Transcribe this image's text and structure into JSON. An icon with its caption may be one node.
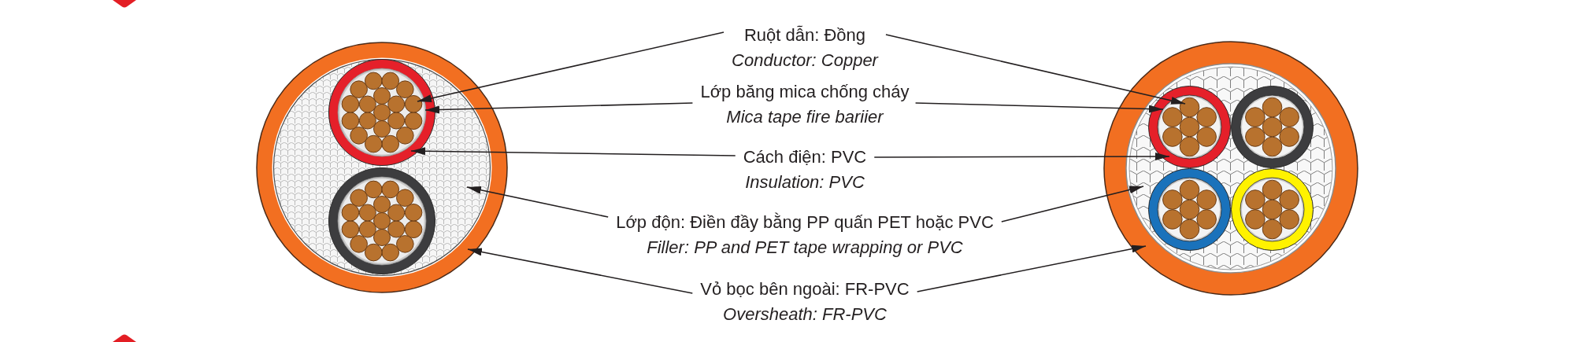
{
  "diagram": {
    "nodes": [
      {
        "text": [
          "Ruột dẫn: Đồng",
          "Conductor: Copper"
        ]
      },
      {
        "text": [
          "Lớp băng mica chống cháy",
          "Mica tape fire bariier"
        ]
      },
      {
        "text": [
          "Cách điện: PVC",
          "Insulation: PVC"
        ]
      },
      {
        "text": [
          "Lớp độn: Điền đầy bằng PP quấn PET hoặc PVC",
          "Filler: PP and PET tape wrapping or PVC"
        ]
      },
      {
        "text": [
          "Vỏ bọc bên ngoài: FR-PVC",
          "Oversheath: FR-PVC"
        ]
      }
    ],
    "edges": [
      {
        "from": 0,
        "to": null,
        "arrow": "to"
      },
      {
        "from": 0,
        "to": null,
        "arrow": "to"
      },
      {
        "from": 1,
        "to": null,
        "arrow": "to"
      },
      {
        "from": 1,
        "to": null,
        "arrow": "to"
      },
      {
        "from": 2,
        "to": null,
        "arrow": "to"
      },
      {
        "from": 2,
        "to": null,
        "arrow": "to"
      },
      {
        "from": 3,
        "to": null,
        "arrow": "to"
      },
      {
        "from": 3,
        "to": null,
        "arrow": "to"
      },
      {
        "from": 4,
        "to": null,
        "arrow": "to"
      },
      {
        "from": 4,
        "to": null,
        "arrow": "to"
      }
    ]
  }
}
